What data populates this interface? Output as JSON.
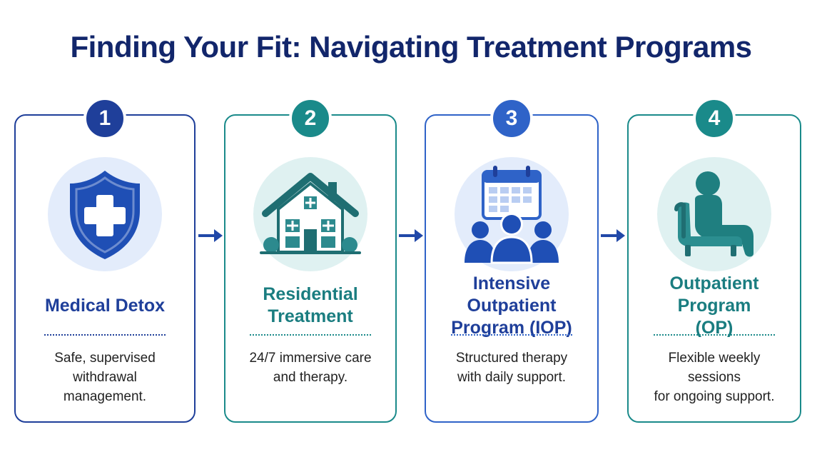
{
  "title": "Finding Your Fit: Navigating Treatment Programs",
  "colors": {
    "title": "#12266b",
    "navy": "#1f3f9a",
    "teal": "#1a8a8a",
    "blue": "#2f63c8",
    "icon_blue": "#1f4fb5",
    "icon_teal": "#1f7f80",
    "circle_blue": "#e3ecfb",
    "circle_teal": "#dff1f1",
    "arrow": "#2148a8"
  },
  "steps": [
    {
      "number": "1",
      "icon": "shield-cross-icon",
      "title": "Medical Detox",
      "description": "Safe, supervised\nwithdrawal\nmanagement."
    },
    {
      "number": "2",
      "icon": "house-icon",
      "title": "Residential\nTreatment",
      "description": "24/7 immersive care\nand therapy."
    },
    {
      "number": "3",
      "icon": "calendar-group-icon",
      "title": "Intensive Outpatient\nProgram (IOP)",
      "description": "Structured therapy\nwith daily support."
    },
    {
      "number": "4",
      "icon": "armchair-person-icon",
      "title": "Outpatient Program\n(OP)",
      "description": "Flexible weekly sessions\nfor ongoing support."
    }
  ]
}
